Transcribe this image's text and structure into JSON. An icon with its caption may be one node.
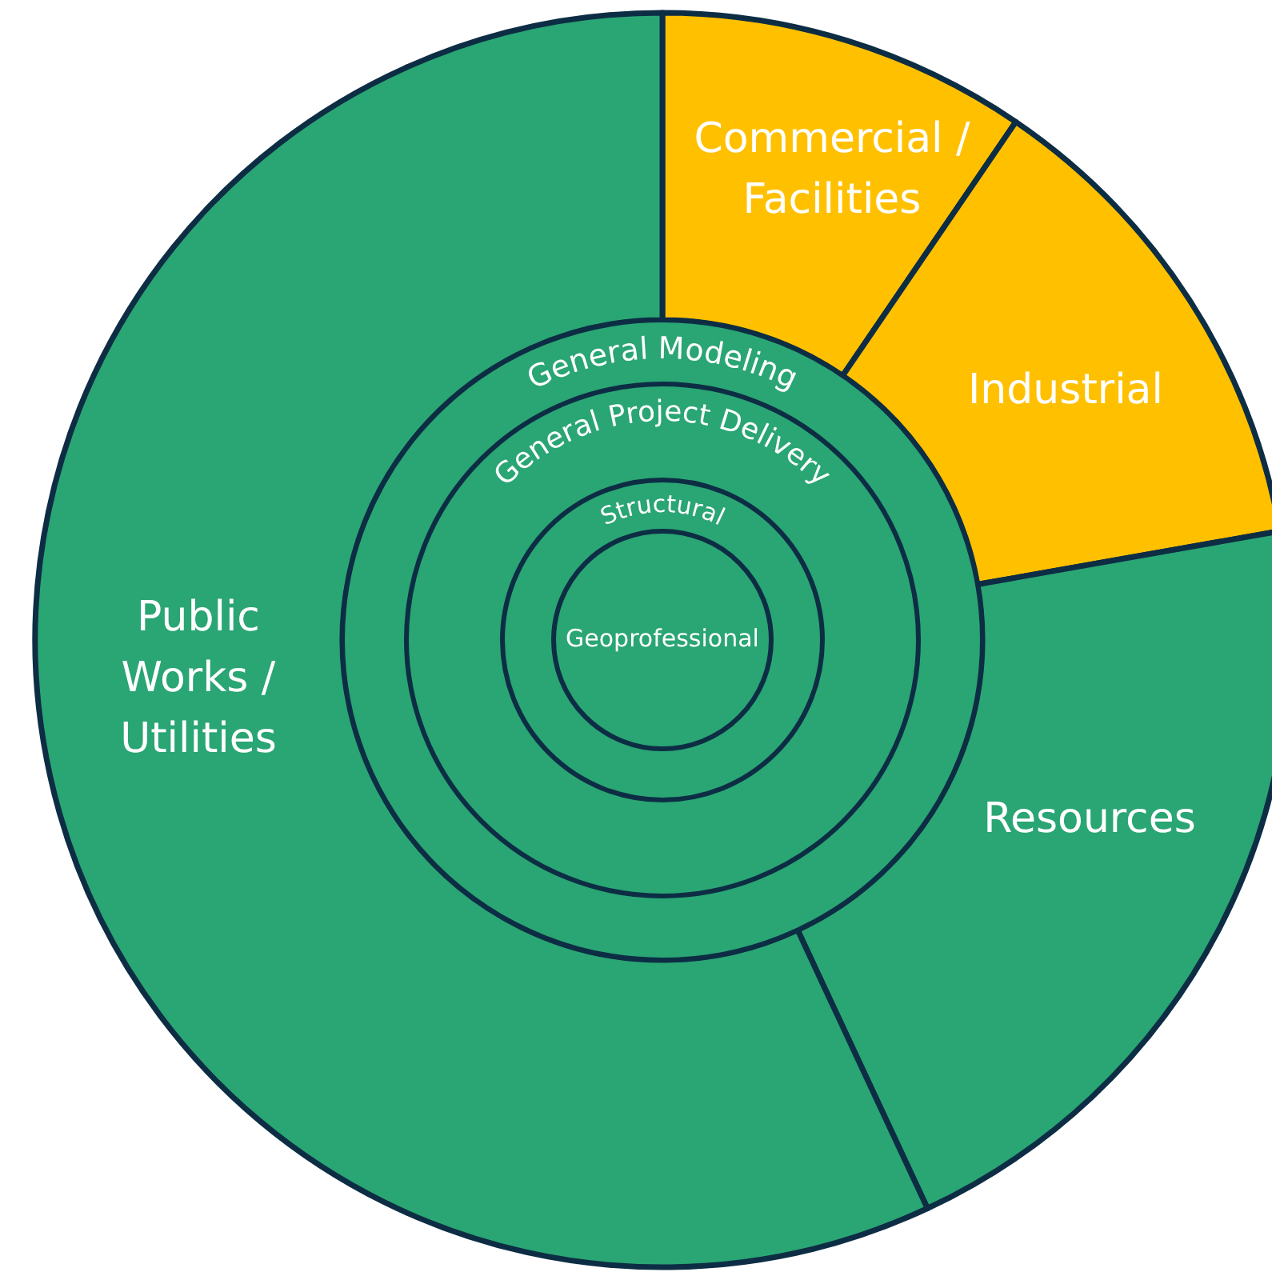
{
  "diagram": {
    "nodes": [
      {
        "text": [
          "Commercial / Facilities"
        ]
      },
      {
        "text": [
          "Industrial"
        ]
      },
      {
        "text": [
          "Resources"
        ]
      },
      {
        "text": [
          "Public Works / Utilities"
        ]
      },
      {
        "text": [
          "General Modeling"
        ]
      },
      {
        "text": [
          "General Project Delivery"
        ],
        "in": 4
      },
      {
        "text": [
          "Structural"
        ],
        "in": 5
      },
      {
        "text": [
          "Geoprofessional"
        ],
        "in": 6
      }
    ]
  }
}
